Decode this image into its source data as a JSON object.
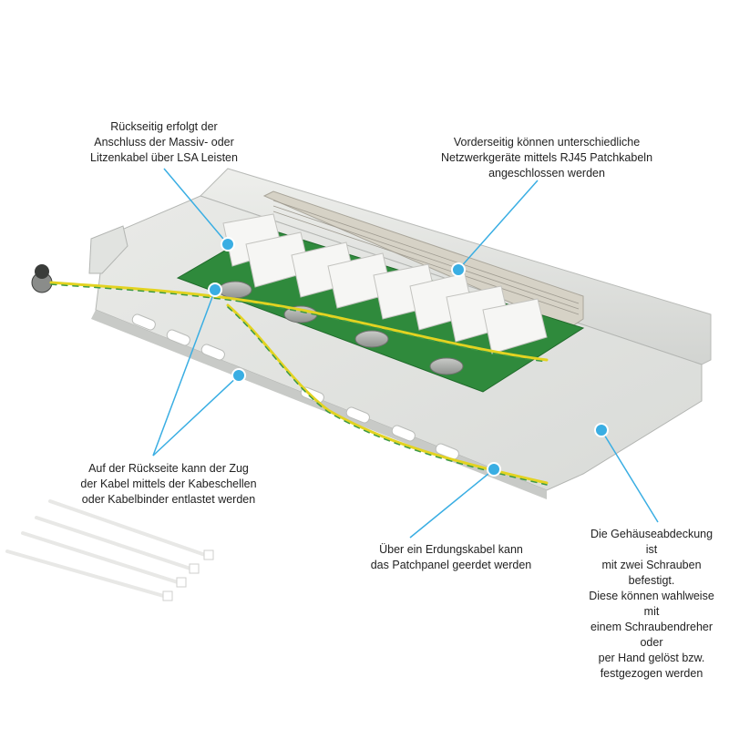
{
  "callouts": [
    {
      "id": "back-lsa",
      "text": "Rückseitig erfolgt der\nAnschluss der Massiv- oder\nLitzenkabel über LSA Leisten"
    },
    {
      "id": "front-rj45",
      "text": "Vorderseitig können unterschiedliche\nNetzwerkgeräte mittels RJ45 Patchkabeln\nangeschlossen werden"
    },
    {
      "id": "strain-relief",
      "text": "Auf der Rückseite kann der Zug\nder Kabel mittels der Kabeschellen\noder Kabelbinder entlastet werden"
    },
    {
      "id": "grounding",
      "text": "Über ein Erdungskabel kann\ndas Patchpanel geerdet werden"
    },
    {
      "id": "cover-screws",
      "text": "Die Gehäuseabdeckung ist\nmit zwei Schrauben befestigt.\nDiese können wahlweise mit\neinem Schraubendreher oder\nper Hand gelöst bzw.\nfestgezogen werden"
    }
  ],
  "colors": {
    "callout_dot": "#3aaee3",
    "panel_grey": "#e4e6e3",
    "pcb_green": "#2f8a3c",
    "lsa_white": "#f6f6f4",
    "ground_yellow": "#e3d321",
    "ground_green": "#3e9a45"
  }
}
